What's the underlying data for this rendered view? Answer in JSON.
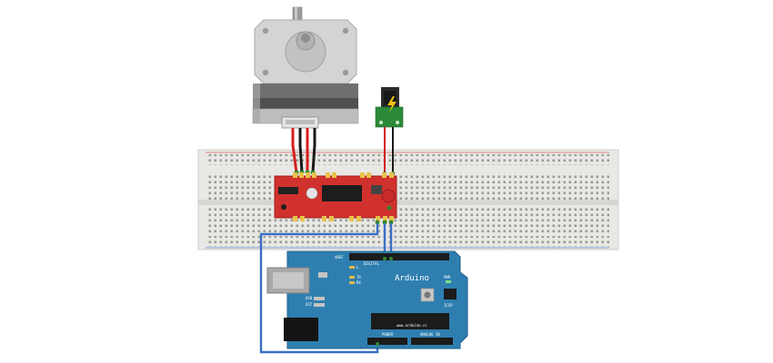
{
  "diagram": {
    "arduino": {
      "brand": "Arduino",
      "website": "www.arduino.cc",
      "header_digital": "DIGITAL",
      "header_power": "POWER",
      "header_analog": "ANALOG IN",
      "led_l": "L",
      "led_tx": "TX",
      "led_rx": "RX",
      "label_pwr": "PWR",
      "label_icsp": "ICSP",
      "label_usb": "USB",
      "label_ext": "EXT",
      "label_aref": "AREF"
    },
    "colors": {
      "arduino_body": "#2e7fb0",
      "driver_board": "#d0312d",
      "breadboard": "#e6e6e2",
      "wire_blue": "#3a6fc4",
      "wire_red": "#d42020",
      "wire_black": "#1a1a1a",
      "wire_green": "#2f8a2f",
      "motor_body": "#bdbdbd",
      "power_jack": "#2a8a3a"
    },
    "icons": [
      "stepper-motor-icon",
      "power-jack-icon",
      "lightning-icon",
      "reset-button-icon"
    ]
  }
}
